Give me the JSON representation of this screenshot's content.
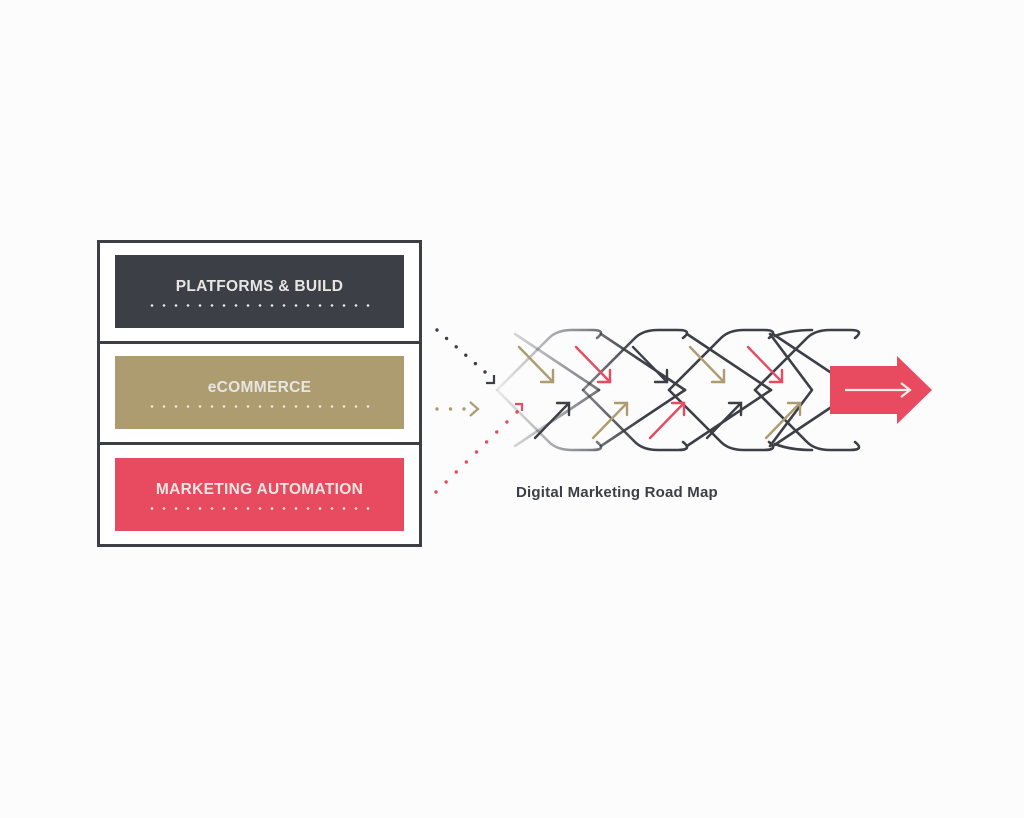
{
  "colors": {
    "dark": "#3d3f47",
    "gold": "#ac9c70",
    "red": "#e84a5f",
    "label_text": "#e8e6e2",
    "background": "#fcfcfc"
  },
  "stack": {
    "items": [
      {
        "label": "PLATFORMS & BUILD",
        "color": "#3d3f47"
      },
      {
        "label": "eCOMMERCE",
        "color": "#ac9c70"
      },
      {
        "label": "MARKETING AUTOMATION",
        "color": "#e84a5f"
      }
    ]
  },
  "connectors": [
    {
      "from": "PLATFORMS & BUILD",
      "style": "dotted",
      "color": "#3d3f47",
      "icon": "corner-arrow-down-right"
    },
    {
      "from": "eCOMMERCE",
      "style": "dotted",
      "color": "#ac9c70",
      "icon": "chevron-right"
    },
    {
      "from": "MARKETING AUTOMATION",
      "style": "dotted",
      "color": "#e84a5f",
      "icon": "corner-arrow-up-right"
    }
  ],
  "braid": {
    "caption": "Digital Marketing Road Map",
    "top_arrows": [
      "gold",
      "red",
      "dark",
      "gold",
      "red"
    ],
    "bottom_arrows": [
      "dark",
      "gold",
      "red",
      "dark",
      "gold"
    ]
  },
  "output_arrow": {
    "color": "#e84a5f",
    "icon": "long-arrow-right"
  }
}
